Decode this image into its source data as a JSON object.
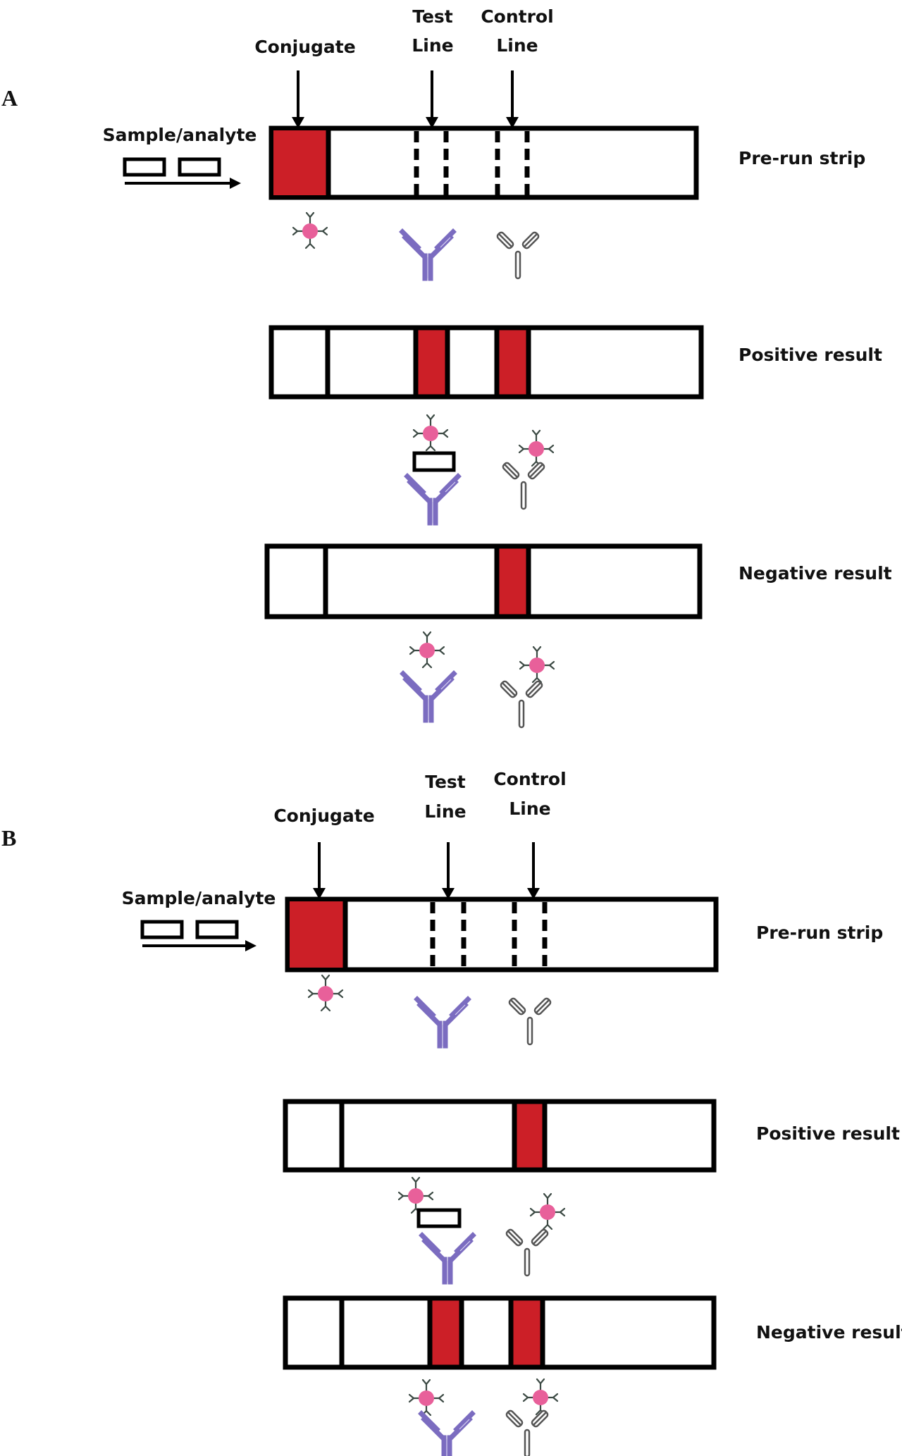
{
  "colors": {
    "band_red": "#cc1f27",
    "conjugate_pink": "#e8609a",
    "test_antibody_purple": "#7b6cc0",
    "control_antibody_grey": "#6f6f6f",
    "stroke_black": "#000000"
  },
  "panels": [
    {
      "id": "A",
      "label": "A",
      "callouts": {
        "conjugate": "Conjugate",
        "test_line_1": "Test",
        "test_line_2": "Line",
        "control_line_1": "Control",
        "control_line_2": "Line",
        "sample": "Sample/analyte"
      },
      "strips": [
        {
          "label": "Pre-run strip",
          "state": "pre-run",
          "conjugate_pad_colored": true,
          "test_line": "dashed",
          "control_line": "dashed",
          "icons_below": [
            "conjugate-nanoparticle-icon",
            "test-antibody-icon",
            "control-antibody-icon"
          ]
        },
        {
          "label": "Positive result",
          "state": "positive",
          "conjugate_pad_colored": false,
          "test_line": "red",
          "control_line": "red",
          "icons_below": [
            "conjugate-analyte-test-antibody-complex-icon",
            "conjugate-control-antibody-complex-icon"
          ]
        },
        {
          "label": "Negative result",
          "state": "negative",
          "conjugate_pad_colored": false,
          "test_line": "none",
          "control_line": "red",
          "icons_below": [
            "conjugate-test-antibody-icon",
            "conjugate-control-antibody-complex-icon"
          ]
        }
      ]
    },
    {
      "id": "B",
      "label": "B",
      "callouts": {
        "conjugate": "Conjugate",
        "test_line_1": "Test",
        "test_line_2": "Line",
        "control_line_1": "Control",
        "control_line_2": "Line",
        "sample": "Sample/analyte"
      },
      "strips": [
        {
          "label": "Pre-run strip",
          "state": "pre-run",
          "conjugate_pad_colored": true,
          "test_line": "dashed",
          "control_line": "dashed",
          "icons_below": [
            "conjugate-nanoparticle-icon",
            "test-antibody-icon",
            "control-antibody-icon"
          ]
        },
        {
          "label": "Positive result",
          "state": "positive",
          "conjugate_pad_colored": false,
          "test_line": "none",
          "control_line": "red",
          "icons_below": [
            "conjugate-analyte-complex-icon",
            "test-antibody-icon",
            "conjugate-control-antibody-complex-icon"
          ]
        },
        {
          "label": "Negative result",
          "state": "negative",
          "conjugate_pad_colored": false,
          "test_line": "red",
          "control_line": "red",
          "icons_below": [
            "conjugate-test-antibody-icon",
            "conjugate-control-antibody-complex-icon"
          ]
        }
      ]
    }
  ]
}
